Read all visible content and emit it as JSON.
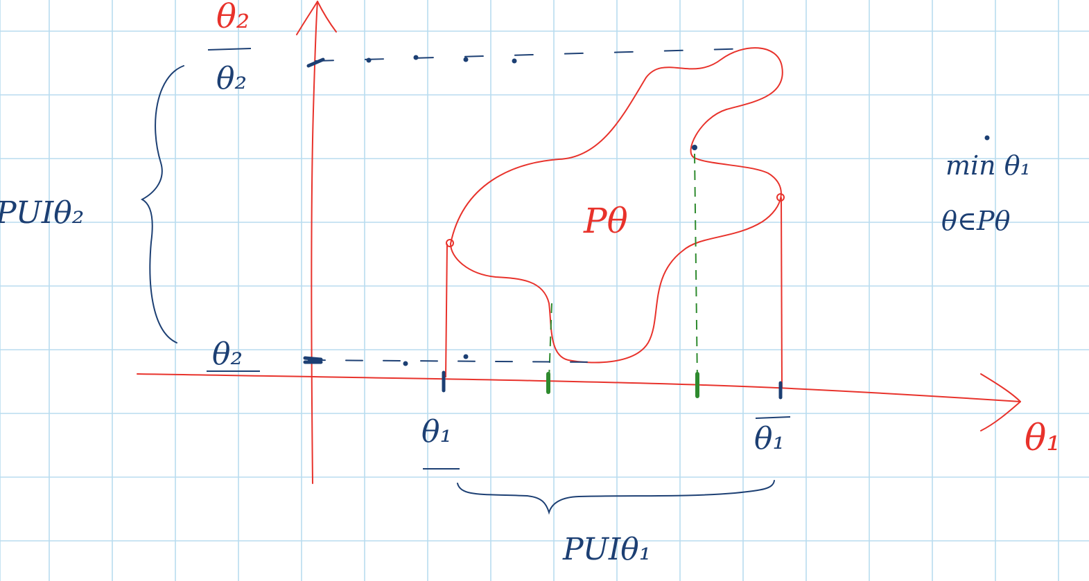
{
  "colors": {
    "paper": "#ffffff",
    "grid": "#b8dcef",
    "ink_red": "#e8322b",
    "ink_blue": "#1c3f73",
    "ink_green": "#2e8a2e"
  },
  "axes": {
    "horizontal_label": "θ₁",
    "vertical_label": "θ₂"
  },
  "ticks": {
    "theta1_lower": "θ₁",
    "theta1_upper": "θ₁",
    "theta2_lower": "θ₂",
    "theta2_upper": "θ₂"
  },
  "region": {
    "label": "Pθ"
  },
  "intervals": {
    "theta1": "PUIθ₁",
    "theta2": "PUIθ₂"
  },
  "optimization": {
    "objective": "min θ₁",
    "constraint": "θ∈Pθ"
  }
}
